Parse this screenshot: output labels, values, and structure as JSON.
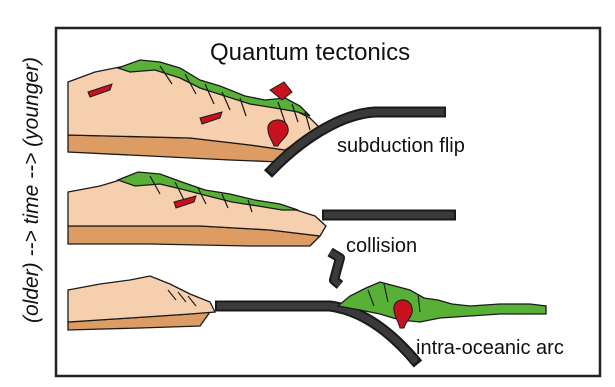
{
  "title": "Quantum tectonics",
  "time_axis": {
    "label": "(older) --> time --> (younger)"
  },
  "stages": [
    {
      "label": "subduction flip"
    },
    {
      "label": "collision"
    },
    {
      "label": "intra-oceanic arc"
    }
  ],
  "colors": {
    "crust": "#f5cfae",
    "lower_crust": "#dc9c64",
    "arc": "#58b136",
    "magma": "#c8111e",
    "slab": "#2e2e2e",
    "outline": "#1a1a1a"
  }
}
